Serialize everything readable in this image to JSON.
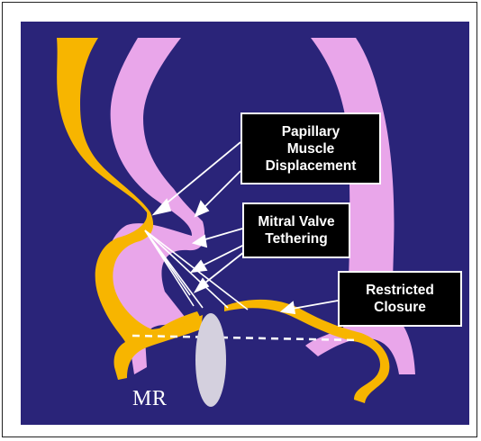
{
  "labels": {
    "papillary": [
      "Papillary",
      "Muscle",
      "Displacement"
    ],
    "tethering": [
      "Mitral Valve",
      "Tethering"
    ],
    "closure": [
      "Restricted",
      "Closure"
    ],
    "mr": "MR"
  },
  "colors": {
    "background": "#2a2479",
    "myocardium": "#e9a6ea",
    "leaflet": "#f7b500",
    "regurgitant_jet": "#d4d0de",
    "label_box": "#000000",
    "arrow": "#ffffff"
  }
}
